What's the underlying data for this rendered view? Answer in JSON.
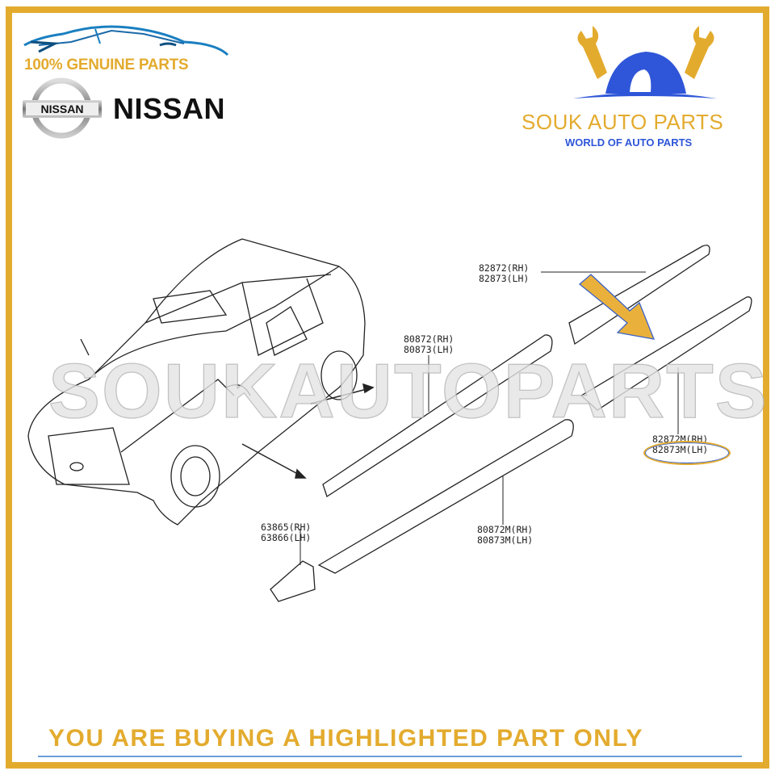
{
  "brand_left": {
    "tagline": "100% GENUINE PARTS",
    "emblem_text": "NISSAN",
    "wordmark": "NISSAN"
  },
  "brand_right": {
    "name": "SOUK AUTO PARTS",
    "tagline": "WORLD OF AUTO PARTS"
  },
  "watermark": "SOUKAUTOPARTS",
  "parts": [
    {
      "rh": "82872(RH)",
      "lh": "82873(LH)"
    },
    {
      "rh": "80872(RH)",
      "lh": "80873(LH)"
    },
    {
      "rh": "82872M(RH)",
      "lh": "82873M(LH)",
      "highlighted": true
    },
    {
      "rh": "80872M(RH)",
      "lh": "80873M(LH)"
    },
    {
      "rh": "63865(RH)",
      "lh": "63866(LH)"
    }
  ],
  "banner": "YOU ARE BUYING A HIGHLIGHTED PART ONLY",
  "colors": {
    "gold": "#e3ab2e",
    "blue": "#2f56d8"
  }
}
